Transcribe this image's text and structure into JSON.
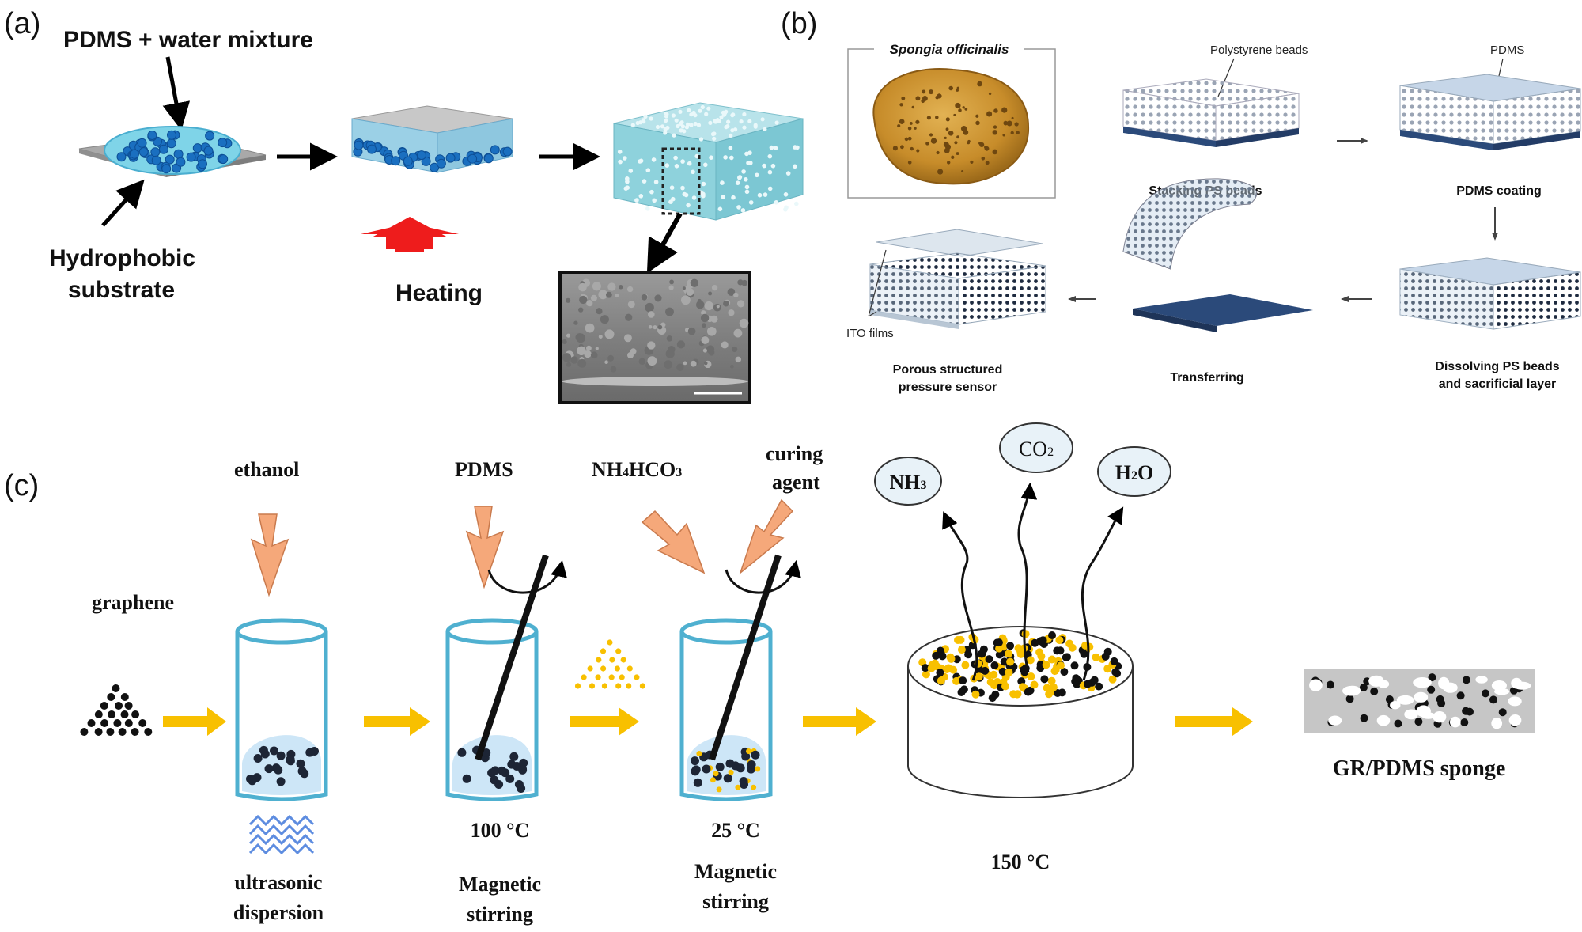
{
  "panel_a": {
    "label": "(a)",
    "mixture_label": "PDMS + water mixture",
    "substrate_label_1": "Hydrophobic",
    "substrate_label_2": "substrate",
    "heating_label": "Heating"
  },
  "panel_b": {
    "label": "(b)",
    "species": "Spongia officinalis",
    "ps_beads_label": "Polystyrene beads",
    "pdms_label": "PDMS",
    "step_stacking": "Stacking  PS beads",
    "step_coating": "PDMS coating",
    "step_dissolving_1": "Dissolving PS beads",
    "step_dissolving_2": "and sacrificial layer",
    "step_transferring": "Transferring",
    "step_sensor_1": "Porous structured",
    "step_sensor_2": "pressure sensor",
    "ito_label": "ITO films"
  },
  "panel_c": {
    "label": "(c)",
    "ethanol": "ethanol",
    "graphene": "graphene",
    "pdms": "PDMS",
    "nh4hco3": "NH4HCO3",
    "curing_1": "curing",
    "curing_2": "agent",
    "gas_nh3": "NH3",
    "gas_co2": "CO2",
    "gas_h2o": "H2O",
    "ultra_1": "ultrasonic",
    "ultra_2": "dispersion",
    "temp_1": "100 °C",
    "temp_2": "25 °C",
    "temp_3": "150 °C",
    "stir_1a": "Magnetic",
    "stir_1b": "stirring",
    "stir_2a": "Magnetic",
    "stir_2b": "stirring",
    "product": "GR/PDMS sponge"
  },
  "colors": {
    "liquid_blue": "#3aa0d8",
    "bead_blue": "#1a6fc0",
    "heat_red": "#ee1c1c",
    "flow_yellow": "#f8c000",
    "beaker_blue": "#4fb0d0",
    "salmon_arrow": "#f5a87a"
  }
}
